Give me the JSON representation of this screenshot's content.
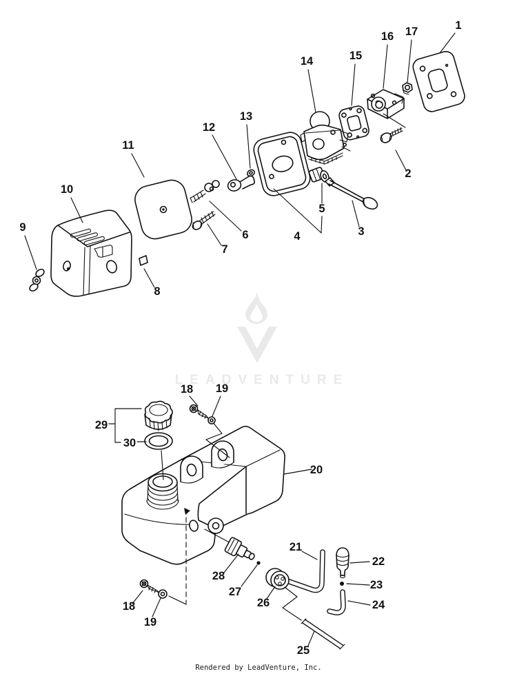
{
  "colors": {
    "ink": "#111111",
    "watermark": "#e9e9e9",
    "paper": "#ffffff"
  },
  "watermark": {
    "logo": "leadventure-flame-v-icon",
    "text": "LEADVENTURE"
  },
  "footer": {
    "text": "Rendered by LeadVenture, Inc."
  },
  "diagram": {
    "type": "exploded-parts-diagram",
    "sections": [
      {
        "name": "air-cleaner-and-carburetor-assembly",
        "part_numbers": [
          "1",
          "2",
          "3",
          "4",
          "5",
          "6",
          "7",
          "8",
          "9",
          "10",
          "11",
          "12",
          "13",
          "14",
          "15",
          "16",
          "17"
        ]
      },
      {
        "name": "fuel-tank-assembly",
        "part_numbers": [
          "18",
          "19",
          "20",
          "21",
          "22",
          "23",
          "24",
          "25",
          "26",
          "27",
          "28",
          "29",
          "30"
        ]
      }
    ],
    "callouts": [
      {
        "text": "1"
      },
      {
        "text": "2"
      },
      {
        "text": "3"
      },
      {
        "text": "4"
      },
      {
        "text": "5"
      },
      {
        "text": "6"
      },
      {
        "text": "7"
      },
      {
        "text": "8"
      },
      {
        "text": "9"
      },
      {
        "text": "10"
      },
      {
        "text": "11"
      },
      {
        "text": "12"
      },
      {
        "text": "13"
      },
      {
        "text": "14"
      },
      {
        "text": "15"
      },
      {
        "text": "16"
      },
      {
        "text": "17"
      },
      {
        "text": "18"
      },
      {
        "text": "19"
      },
      {
        "text": "20"
      },
      {
        "text": "21"
      },
      {
        "text": "22"
      },
      {
        "text": "23"
      },
      {
        "text": "24"
      },
      {
        "text": "25"
      },
      {
        "text": "26"
      },
      {
        "text": "27"
      },
      {
        "text": "28"
      },
      {
        "text": "29"
      },
      {
        "text": "30"
      },
      {
        "text": "18"
      },
      {
        "text": "19"
      }
    ]
  }
}
